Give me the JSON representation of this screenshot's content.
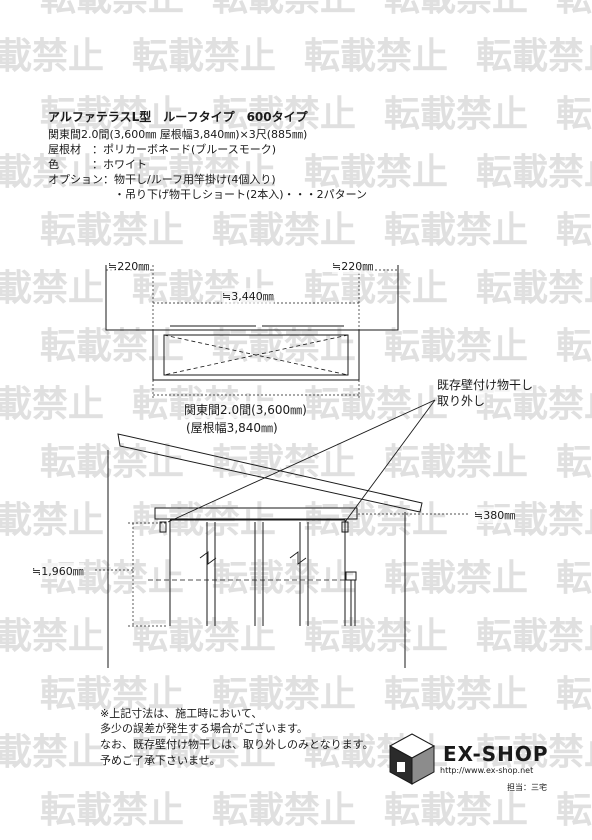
{
  "watermark": {
    "text": "転載禁止",
    "color": "#e0e0e0"
  },
  "spec": {
    "title": "アルファテラスL型　ルーフタイプ　600タイプ",
    "lines": [
      "関東間2.0間(3,600㎜ 屋根幅3,840㎜)×3尺(885㎜)",
      "屋根材　：ポリカーボネード(ブルースモーク)",
      "色　　　：ホワイト",
      "オプション：物干し/ルーフ用竿掛け(4個入り)",
      "　　　　　　・吊り下げ物干しショート(2本入)・・・2パターン"
    ]
  },
  "plan": {
    "dim_left": "≒220㎜",
    "dim_right": "≒220㎜",
    "dim_inner": "≒3,440㎜",
    "dim_width_1": "関東間2.0間(3,600㎜)",
    "dim_width_2": "(屋根幅3,840㎜)"
  },
  "elevation": {
    "callout_1": "既存壁付け物干し",
    "callout_2": "取り外し",
    "dim_380": "≒380㎜",
    "dim_1960": "≒1,960㎜"
  },
  "notes": [
    "※上記寸法は、施工時において、",
    "多少の誤差が発生する場合がございます。",
    "なお、既存壁付け物干しは、取り外しのみとなります。",
    "予めご了承下さいませ。"
  ],
  "brand": {
    "name": "EX-SHOP",
    "url": "http://www.ex-shop.net",
    "tanto": "担当：三宅"
  }
}
